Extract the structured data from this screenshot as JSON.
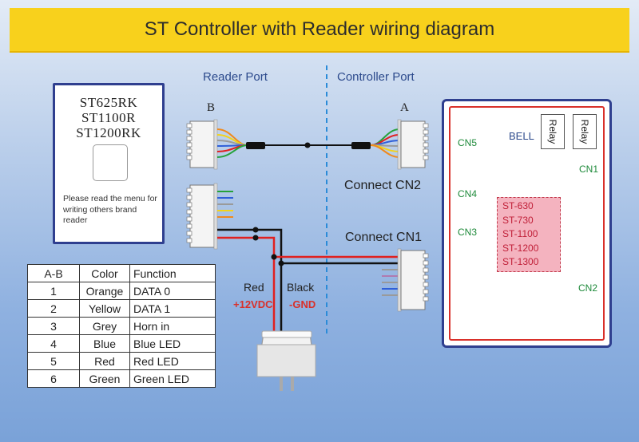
{
  "title": "ST Controller with Reader wiring diagram",
  "ports": {
    "reader": "Reader Port",
    "controller": "Controller Port"
  },
  "reader_card": {
    "models": [
      "ST625RK",
      "ST1100R",
      "ST1200RK"
    ],
    "note": "Please read the menu for writing others brand reader"
  },
  "connectors": {
    "b": "B",
    "a": "A",
    "cn2_label": "Connect CN2",
    "cn1_label": "Connect CN1"
  },
  "power": {
    "red_label": "Red",
    "plus_label": "+12VDC",
    "black_label": "Black",
    "minus_label": "-GND"
  },
  "wiring_table": {
    "headers": [
      "A-B",
      "Color",
      "Function"
    ],
    "rows": [
      {
        "ab": "1",
        "color": "Orange",
        "function": "DATA 0"
      },
      {
        "ab": "2",
        "color": "Yellow",
        "function": "DATA 1"
      },
      {
        "ab": "3",
        "color": "Grey",
        "function": "Horn in"
      },
      {
        "ab": "4",
        "color": "Blue",
        "function": "Blue LED"
      },
      {
        "ab": "5",
        "color": "Red",
        "function": "Red LED"
      },
      {
        "ab": "6",
        "color": "Green",
        "function": "Green LED"
      }
    ]
  },
  "controller": {
    "labels": {
      "cn5": "CN5",
      "cn4": "CN4",
      "cn3": "CN3",
      "cn1": "CN1",
      "cn2": "CN2",
      "bell": "BELL",
      "relay1": "Relay",
      "relay2": "Relay"
    },
    "models": [
      "ST-630",
      "ST-730",
      "ST-1100",
      "ST-1200",
      "ST-1300"
    ]
  },
  "colors": {
    "header_bg": "#f8d11c",
    "border_blue": "#2f3f8f",
    "board_red": "#d9302a",
    "label_green": "#1e8a3a",
    "model_red": "#c01f38",
    "wire_orange": "#f08a1c",
    "wire_yellow": "#f2d31a",
    "wire_grey": "#9a9a9a",
    "wire_blue": "#2f5fd8",
    "wire_red": "#e02020",
    "wire_green": "#25a23a",
    "wire_black": "#1a1a1a"
  }
}
